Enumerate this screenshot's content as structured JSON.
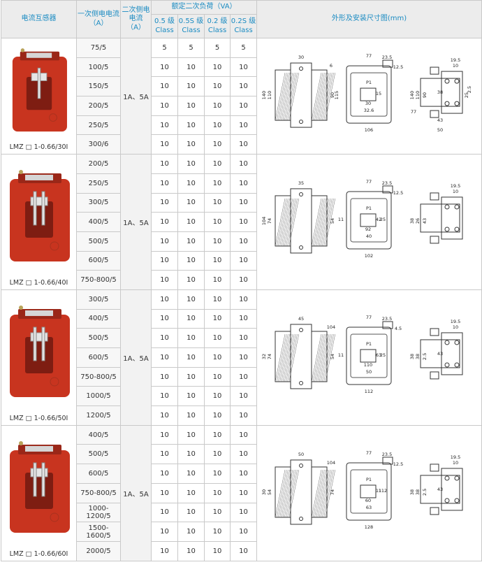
{
  "headers": {
    "ct": "电流互感器",
    "primary_line1": "一次侧电电流",
    "primary_line2": "（A）",
    "secondary_line1": "二次侧电",
    "secondary_line2": "电流",
    "secondary_line3": "（A）",
    "burden": "额定二次负荷（VA）",
    "classes": [
      {
        "line1": "0.5 级",
        "line2": "Class"
      },
      {
        "line1": "0.5S 级",
        "line2": "Class"
      },
      {
        "line1": "0.2 级",
        "line2": "Class"
      },
      {
        "line1": "0.2S 级",
        "line2": "Class"
      }
    ],
    "dims": "外形及安装尺寸图(mm)"
  },
  "groups": [
    {
      "model": "LMZ □ 1-0.66/30I",
      "secondary": "1A、5A",
      "rows": [
        {
          "primary": "75/5",
          "b": [
            "5",
            "5",
            "5",
            "5"
          ]
        },
        {
          "primary": "100/5",
          "b": [
            "10",
            "10",
            "10",
            "10"
          ]
        },
        {
          "primary": "150/5",
          "b": [
            "10",
            "10",
            "10",
            "10"
          ]
        },
        {
          "primary": "200/5",
          "b": [
            "10",
            "10",
            "10",
            "10"
          ]
        },
        {
          "primary": "250/5",
          "b": [
            "10",
            "10",
            "10",
            "10"
          ]
        },
        {
          "primary": "300/6",
          "b": [
            "10",
            "10",
            "10",
            "10"
          ]
        }
      ],
      "drawing": {
        "side": [
          "30",
          "140",
          "110",
          "90",
          "6",
          "115"
        ],
        "front": [
          "77",
          "23.5",
          "12.5",
          "P1",
          "30",
          "32.6",
          "15",
          "106"
        ],
        "right": [
          "19.5",
          "10",
          "140",
          "110",
          "90",
          "38",
          "25",
          "43",
          "50",
          "77",
          "2.5"
        ]
      }
    },
    {
      "model": "LMZ □ 1-0.66/40I",
      "secondary": "1A、5A",
      "rows": [
        {
          "primary": "200/5",
          "b": [
            "10",
            "10",
            "10",
            "10"
          ]
        },
        {
          "primary": "250/5",
          "b": [
            "10",
            "10",
            "10",
            "10"
          ]
        },
        {
          "primary": "300/5",
          "b": [
            "10",
            "10",
            "10",
            "10"
          ]
        },
        {
          "primary": "400/5",
          "b": [
            "10",
            "10",
            "10",
            "10"
          ]
        },
        {
          "primary": "500/5",
          "b": [
            "10",
            "10",
            "10",
            "10"
          ]
        },
        {
          "primary": "600/5",
          "b": [
            "10",
            "10",
            "10",
            "10"
          ]
        },
        {
          "primary": "750-800/5",
          "b": [
            "10",
            "10",
            "10",
            "10"
          ]
        }
      ],
      "drawing": {
        "side": [
          "35",
          "104",
          "74",
          "54"
        ],
        "front": [
          "77",
          "23.5",
          "12.5",
          "P1",
          "92",
          "40",
          "42",
          "25",
          "11",
          "102"
        ],
        "right": [
          "19.5",
          "10",
          "38",
          "26",
          "43"
        ]
      }
    },
    {
      "model": "LMZ □ 1-0.66/50I",
      "secondary": "1A、5A",
      "rows": [
        {
          "primary": "300/5",
          "b": [
            "10",
            "10",
            "10",
            "10"
          ]
        },
        {
          "primary": "400/5",
          "b": [
            "10",
            "10",
            "10",
            "10"
          ]
        },
        {
          "primary": "500/5",
          "b": [
            "10",
            "10",
            "10",
            "10"
          ]
        },
        {
          "primary": "600/5",
          "b": [
            "10",
            "10",
            "10",
            "10"
          ]
        },
        {
          "primary": "750-800/5",
          "b": [
            "10",
            "10",
            "10",
            "10"
          ]
        },
        {
          "primary": "1000/5",
          "b": [
            "10",
            "10",
            "10",
            "10"
          ]
        },
        {
          "primary": "1200/5",
          "b": [
            "10",
            "10",
            "10",
            "10"
          ]
        }
      ],
      "drawing": {
        "side": [
          "45",
          "32",
          "74",
          "54",
          "104"
        ],
        "front": [
          "77",
          "23.5",
          "4.5",
          "12.5",
          "P1",
          "110",
          "50",
          "63",
          "25",
          "11",
          "112"
        ],
        "right": [
          "19.5",
          "10",
          "38",
          "38",
          "2.5",
          "43"
        ]
      }
    },
    {
      "model": "LMZ □ 1-0.66/60I",
      "secondary": "1A、5A",
      "rows": [
        {
          "primary": "400/5",
          "b": [
            "10",
            "10",
            "10",
            "10"
          ]
        },
        {
          "primary": "500/5",
          "b": [
            "10",
            "10",
            "10",
            "10"
          ]
        },
        {
          "primary": "600/5",
          "b": [
            "10",
            "10",
            "10",
            "10"
          ]
        },
        {
          "primary": "750-800/5",
          "b": [
            "10",
            "10",
            "10",
            "10"
          ]
        },
        {
          "primary": "1000-1200/5",
          "b": [
            "10",
            "10",
            "10",
            "10"
          ]
        },
        {
          "primary": "1500-1600/5",
          "b": [
            "10",
            "10",
            "10",
            "10"
          ]
        },
        {
          "primary": "2000/5",
          "b": [
            "10",
            "10",
            "10",
            "10"
          ]
        }
      ],
      "drawing": {
        "side": [
          "50",
          "30",
          "54",
          "74",
          "104"
        ],
        "front": [
          "77",
          "23.5",
          "12.5",
          "P1",
          "60",
          "63",
          "11",
          "112",
          "128"
        ],
        "right": [
          "19.5",
          "10",
          "38",
          "38",
          "2.5",
          "43"
        ]
      }
    }
  ],
  "colors": {
    "ct_body": "#c8341f",
    "header_text": "#1a8bc2",
    "header_bg": "#ececec",
    "grid": "#c9c9c9"
  }
}
